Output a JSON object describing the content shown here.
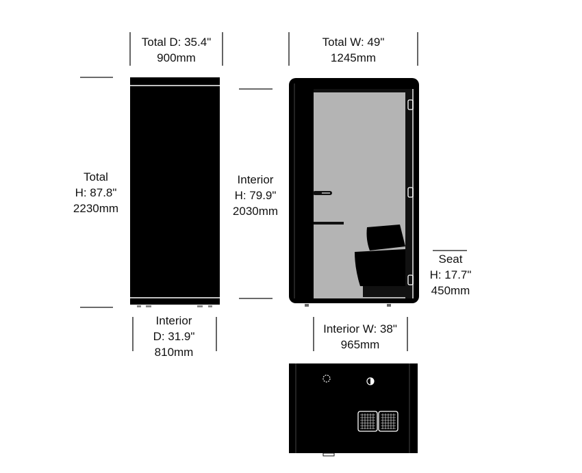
{
  "side_view": {
    "total_depth": {
      "line1": "Total D: 35.4\"",
      "line2": "900mm"
    },
    "total_height": {
      "line1": "Total",
      "line2": "H: 87.8\"",
      "line3": "2230mm"
    },
    "interior_depth": {
      "line1": "Interior",
      "line2": "D: 31.9\"",
      "line3": "810mm"
    }
  },
  "front_view": {
    "total_width": {
      "line1": "Total W: 49\"",
      "line2": "1245mm"
    },
    "interior_height": {
      "line1": "Interior",
      "line2": "H: 79.9\"",
      "line3": "2030mm"
    },
    "seat_height": {
      "line1": "Seat",
      "line2": "H: 17.7\"",
      "line3": "450mm"
    },
    "interior_width": {
      "line1": "Interior W: 38\"",
      "line2": "965mm"
    }
  },
  "colors": {
    "pod": "#000000",
    "glass": "#b4b4b4",
    "line": "#111111"
  }
}
